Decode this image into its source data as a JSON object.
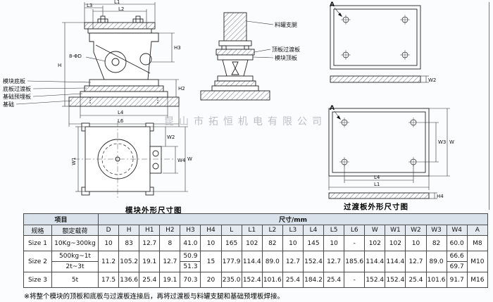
{
  "watermark": "昆山市拓恒机电有限公司",
  "captions": {
    "module_view": "模块外形尺寸图",
    "plate_view": "过渡板外形尺寸图"
  },
  "front_view": {
    "dim_l1": "L1",
    "dim_l2": "L2",
    "dim_l3": "L3",
    "dim_h": "H",
    "dim_h2": "H2",
    "dim_h3": "H3",
    "dim_l4": "L4",
    "dim_l6": "L6",
    "hole_note": "8-ΦD",
    "labels": [
      "模块底板",
      "底板过渡板",
      "基础预埋板",
      "基础"
    ]
  },
  "assembly_view": {
    "labels": [
      "料罐支腿",
      "顶板过渡板",
      "模块顶板"
    ]
  },
  "plan_view": {
    "dim_w1": "W1",
    "dim_w2": "W2",
    "dim_w4": "W4",
    "dim_w": "W"
  },
  "plate_small": {
    "section": "A",
    "dim_w2": "W2"
  },
  "plate_large": {
    "section": "A",
    "dim_w3": "W3",
    "dim_w": "W",
    "dim_l4": "L4",
    "dim_l1": "L1",
    "dim_h4": "H4"
  },
  "table": {
    "header_item": "项目",
    "header_size": "尺寸/mm",
    "col_headers": [
      "规格",
      "额定载荷",
      "D",
      "H",
      "H1",
      "H2",
      "H3",
      "H4",
      "L",
      "L1",
      "L2",
      "L3",
      "L4",
      "L5",
      "L6",
      "W",
      "W1",
      "W2",
      "W3",
      "W4",
      "A"
    ],
    "rows": [
      [
        "Size 1",
        "10Kg~300kg",
        "10",
        "83",
        "12.7",
        "8",
        "41.0",
        "10",
        "165",
        "102",
        "82",
        "10",
        "145",
        "10",
        "-",
        "102",
        "102",
        "10",
        "82",
        "60.0",
        "M8"
      ],
      [
        "Size 2",
        [
          "500kg~1t",
          "2t~3t"
        ],
        "11.2",
        "105.2",
        "19.1",
        "12.7",
        [
          "50.9",
          "51.3"
        ],
        "15",
        "177.9",
        "114.4",
        "89.0",
        "12.7",
        "152.4",
        "12.7",
        "185.6",
        "114.4",
        "114.4",
        "12.7",
        "89.0",
        [
          "66.6",
          "69.7"
        ],
        "M10"
      ],
      [
        "Size 3",
        "5t",
        "17.5",
        "136.6",
        "25.4",
        "19.1",
        "70.3",
        "20",
        "235.0",
        "152.4",
        "101.6",
        "25.4",
        "184.2",
        "25.4",
        "-",
        "152.4",
        "152.4",
        "25.4",
        "101.6",
        "91.7",
        "M16"
      ]
    ]
  },
  "note": "※将整个模块的顶板和底板与过渡板连接后，再将过渡板与料罐支腿和基础预埋板焊接。"
}
